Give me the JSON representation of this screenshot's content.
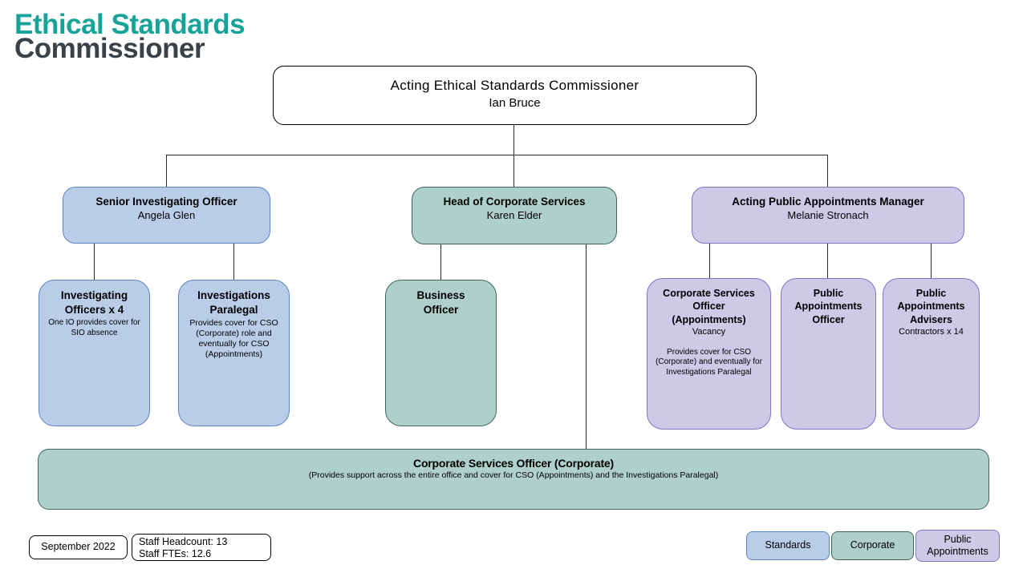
{
  "logo": {
    "line1": "Ethical Standards",
    "line2": "Commissioner"
  },
  "root": {
    "title": "Acting Ethical Standards Commissioner",
    "name": "Ian Bruce"
  },
  "managers": {
    "sio": {
      "title": "Senior Investigating Officer",
      "name": "Angela Glen"
    },
    "hocs": {
      "title": "Head of Corporate Services",
      "name": "Karen Elder"
    },
    "apam": {
      "title": "Acting Public Appointments Manager",
      "name": "Melanie Stronach"
    }
  },
  "staff_boxes": {
    "io4": {
      "title": "Investigating Officers x 4",
      "note": "One IO  provides cover for SIO absence"
    },
    "paralegal": {
      "title": "Investigations Paralegal",
      "note": "Provides cover for CSO (Corporate) role and eventually for CSO (Appointments)"
    },
    "business_officer": {
      "title": "Business Officer"
    },
    "cso_appointments": {
      "title": "Corporate Services Officer (Appointments)",
      "status": "Vacancy",
      "note": "Provides cover for CSO (Corporate) and eventually for Investigations Paralegal"
    },
    "pa_officer": {
      "title": "Public Appointments Officer"
    },
    "pa_advisers": {
      "title": "Public Appointments Advisers",
      "note": "Contractors x 14"
    }
  },
  "cso_corporate": {
    "title": "Corporate Services Officer (Corporate)",
    "note": "(Provides support across the entire office and cover for CSO (Appointments) and the Investigations Paralegal)"
  },
  "footer": {
    "date": "September 2022",
    "headcount": "Staff Headcount: 13",
    "ftes": "Staff FTEs: 12.6"
  },
  "legend": {
    "standards": "Standards",
    "corporate": "Corporate",
    "public_appointments": "Public Appointments"
  },
  "colors": {
    "brand_teal": "#17a398",
    "brand_dark": "#394149",
    "blue_fill": "#b9cde9",
    "blue_border": "#5c85c0",
    "teal_fill": "#aed0c9",
    "teal_border": "#3c6561",
    "purple_fill": "#cdc9e6",
    "purple_border": "#7d76c5",
    "connector": "#2b2b2b"
  }
}
